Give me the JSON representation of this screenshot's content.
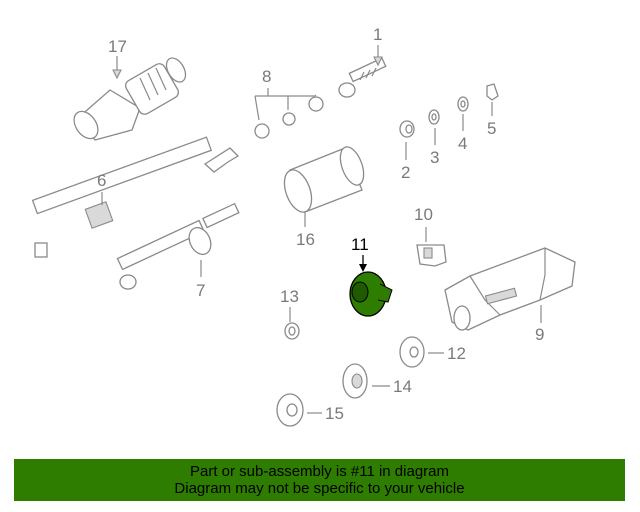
{
  "diagram": {
    "highlight_color": "#2e7d00",
    "parts": [
      {
        "number": "1"
      },
      {
        "number": "2"
      },
      {
        "number": "3"
      },
      {
        "number": "4"
      },
      {
        "number": "5"
      },
      {
        "number": "6"
      },
      {
        "number": "7"
      },
      {
        "number": "8"
      },
      {
        "number": "9"
      },
      {
        "number": "10"
      },
      {
        "number": "11"
      },
      {
        "number": "12"
      },
      {
        "number": "13"
      },
      {
        "number": "14"
      },
      {
        "number": "15"
      },
      {
        "number": "16"
      },
      {
        "number": "17"
      }
    ]
  },
  "footer": {
    "background": "#2e7d00",
    "line1": "Part or sub-assembly is #11 in diagram",
    "line2": "Diagram may not be specific to your vehicle"
  }
}
